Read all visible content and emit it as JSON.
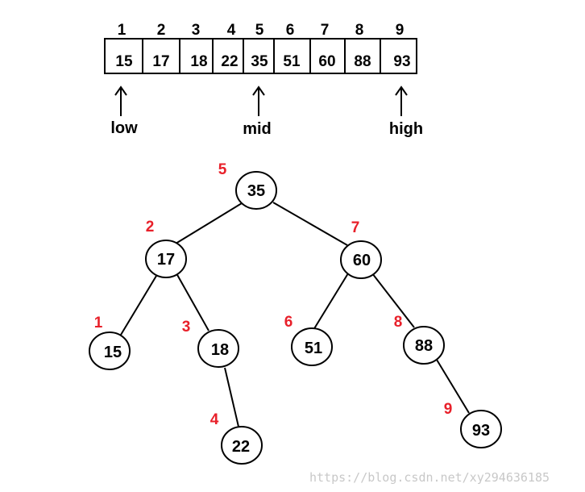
{
  "array": {
    "indices": [
      "1",
      "2",
      "3",
      "4",
      "5",
      "6",
      "7",
      "8",
      "9"
    ],
    "values": [
      "15",
      "17",
      "18",
      "22",
      "35",
      "51",
      "60",
      "88",
      "93"
    ]
  },
  "pointers": {
    "low": "low",
    "mid": "mid",
    "high": "high"
  },
  "tree": {
    "nodes": [
      {
        "id": "n35",
        "value": "35",
        "order": "5"
      },
      {
        "id": "n17",
        "value": "17",
        "order": "2"
      },
      {
        "id": "n60",
        "value": "60",
        "order": "7"
      },
      {
        "id": "n15",
        "value": "15",
        "order": "1"
      },
      {
        "id": "n18",
        "value": "18",
        "order": "3"
      },
      {
        "id": "n51",
        "value": "51",
        "order": "6"
      },
      {
        "id": "n88",
        "value": "88",
        "order": "8"
      },
      {
        "id": "n22",
        "value": "22",
        "order": "4"
      },
      {
        "id": "n93",
        "value": "93",
        "order": "9"
      }
    ],
    "edges": [
      [
        "35",
        "17"
      ],
      [
        "35",
        "60"
      ],
      [
        "17",
        "15"
      ],
      [
        "17",
        "18"
      ],
      [
        "18",
        "22"
      ],
      [
        "60",
        "51"
      ],
      [
        "60",
        "88"
      ],
      [
        "88",
        "93"
      ]
    ]
  },
  "watermark": "https://blog.csdn.net/xy294636185",
  "colors": {
    "order_label": "#e8202a",
    "stroke": "#000000",
    "watermark": "#c8c8c8"
  }
}
